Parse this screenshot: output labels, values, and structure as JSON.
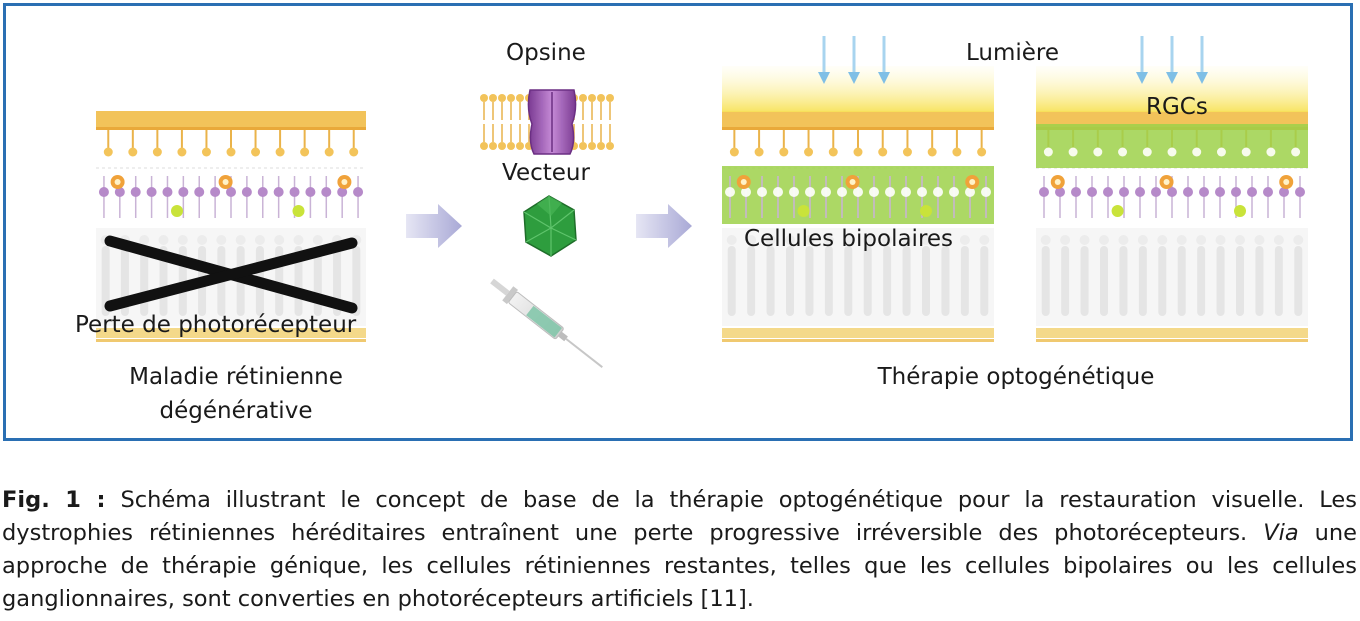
{
  "figure": {
    "labels": {
      "opsine": "Opsine",
      "vecteur": "Vecteur",
      "lumiere": "Lumière",
      "rgcs": "RGCs",
      "cellules_bipolaires": "Cellules bipolaires",
      "perte": "Perte de photorécepteur",
      "maladie_line1": "Maladie rétinienne",
      "maladie_line2": "dégénérative",
      "therapie": "Thérapie optogénétique"
    },
    "colors": {
      "frame": "#2a6fb3",
      "ganglion_layer": "#f2c35a",
      "bipolar_cell": "#b68ac9",
      "orange_cell": "#f0a23a",
      "opsin": "#9a4fb0",
      "vector": "#2e9d3e",
      "arrow": "#b9b9dc",
      "light": "#a8d4ef",
      "expression_green": "#9ed14a"
    }
  },
  "caption": {
    "fig_label": "Fig. 1 :",
    "text_part1": " Schéma illustrant le concept de base de la thérapie optogénétique pour la restauration visuelle. Les dystrophies rétiniennes héréditaires entraînent une perte progressive irréversible des photorécepteurs. ",
    "italic": "Via",
    "text_part2": " une approche de thérapie génique, les cellules rétiniennes restantes, telles que les cellules bipolaires ou les cellules ganglionnaires, sont converties en photorécepteurs artificiels [11]."
  }
}
